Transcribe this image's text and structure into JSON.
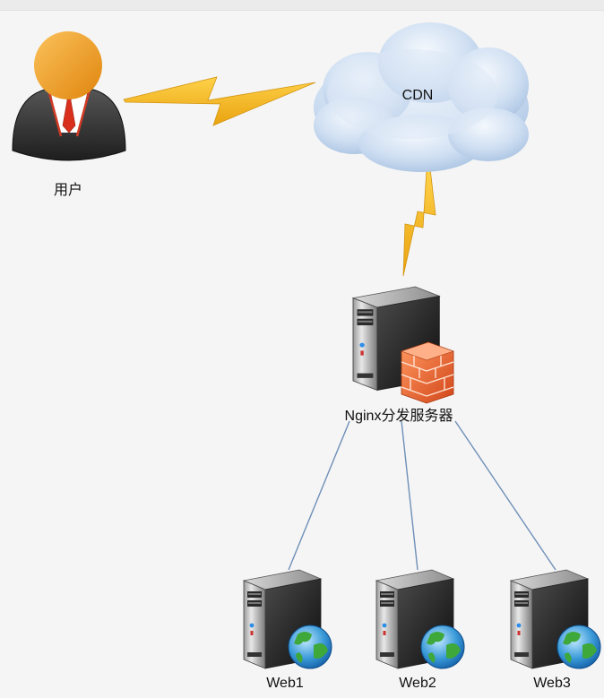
{
  "nodes": {
    "user": {
      "label": "用户",
      "icon": "user-icon"
    },
    "cdn": {
      "label": "CDN",
      "icon": "cloud-icon"
    },
    "nginx": {
      "label": "Nginx分发服务器",
      "icon": "server-firewall-icon"
    },
    "web1": {
      "label": "Web1",
      "icon": "server-globe-icon"
    },
    "web2": {
      "label": "Web2",
      "icon": "server-globe-icon"
    },
    "web3": {
      "label": "Web3",
      "icon": "server-globe-icon"
    }
  },
  "edges": [
    {
      "from": "user",
      "to": "cdn",
      "style": "lightning"
    },
    {
      "from": "cdn",
      "to": "nginx",
      "style": "lightning"
    },
    {
      "from": "nginx",
      "to": "web1",
      "style": "line"
    },
    {
      "from": "nginx",
      "to": "web2",
      "style": "line"
    },
    {
      "from": "nginx",
      "to": "web3",
      "style": "line"
    }
  ],
  "colors": {
    "background": "#f5f5f5",
    "lightning": "#f4b51c",
    "connector": "#6f8fb8",
    "cloud": "#c7d9f0",
    "firewall": "#e8632a",
    "skin": "#f0a030",
    "suit": "#2c2c2c",
    "tie": "#d8301c"
  }
}
